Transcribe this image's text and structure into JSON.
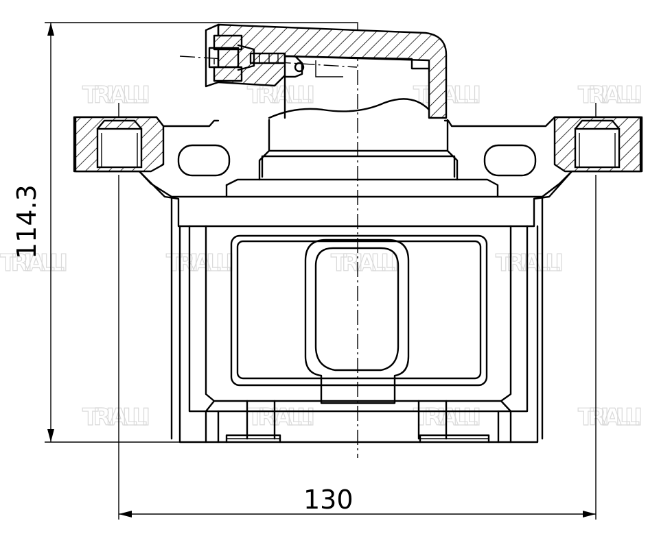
{
  "dimensions": {
    "height_label": "114.3",
    "width_label": "130"
  },
  "watermark": {
    "brand": "TRIALLI"
  }
}
